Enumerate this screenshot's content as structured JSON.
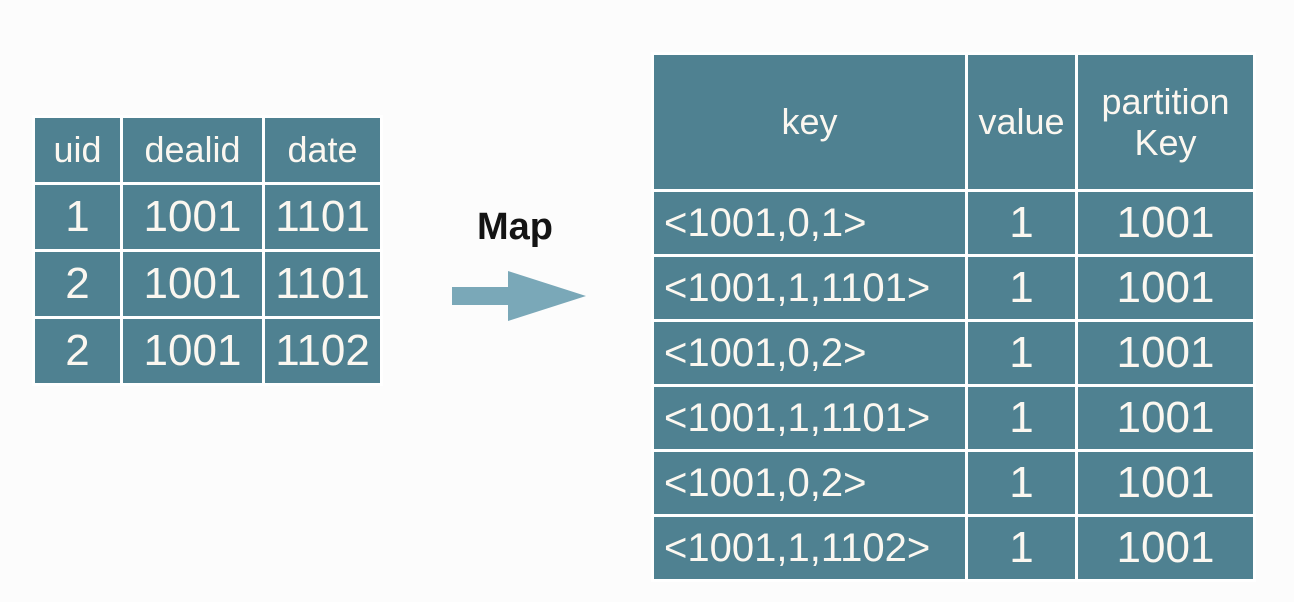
{
  "colors": {
    "cell_background": "#4F8191",
    "cell_border": "#FFFFFF",
    "cell_text": "#FBF7F0",
    "arrow": "#7AA8B8",
    "map_label_text": "#141414",
    "page_background": "#FCFCFC"
  },
  "map_label": "Map",
  "left_table": {
    "headers": [
      "uid",
      "dealid",
      "date"
    ],
    "rows": [
      [
        "1",
        "1001",
        "1101"
      ],
      [
        "2",
        "1001",
        "1101"
      ],
      [
        "2",
        "1001",
        "1102"
      ]
    ]
  },
  "right_table": {
    "headers": [
      "key",
      "value",
      "partition Key"
    ],
    "rows": [
      {
        "key": "<1001,0,1>",
        "value": "1",
        "partition_key": "1001"
      },
      {
        "key": "<1001,1,1101>",
        "value": "1",
        "partition_key": "1001"
      },
      {
        "key": "<1001,0,2>",
        "value": "1",
        "partition_key": "1001"
      },
      {
        "key": "<1001,1,1101>",
        "value": "1",
        "partition_key": "1001"
      },
      {
        "key": "<1001,0,2>",
        "value": "1",
        "partition_key": "1001"
      },
      {
        "key": "<1001,1,1102>",
        "value": "1",
        "partition_key": "1001"
      }
    ]
  }
}
